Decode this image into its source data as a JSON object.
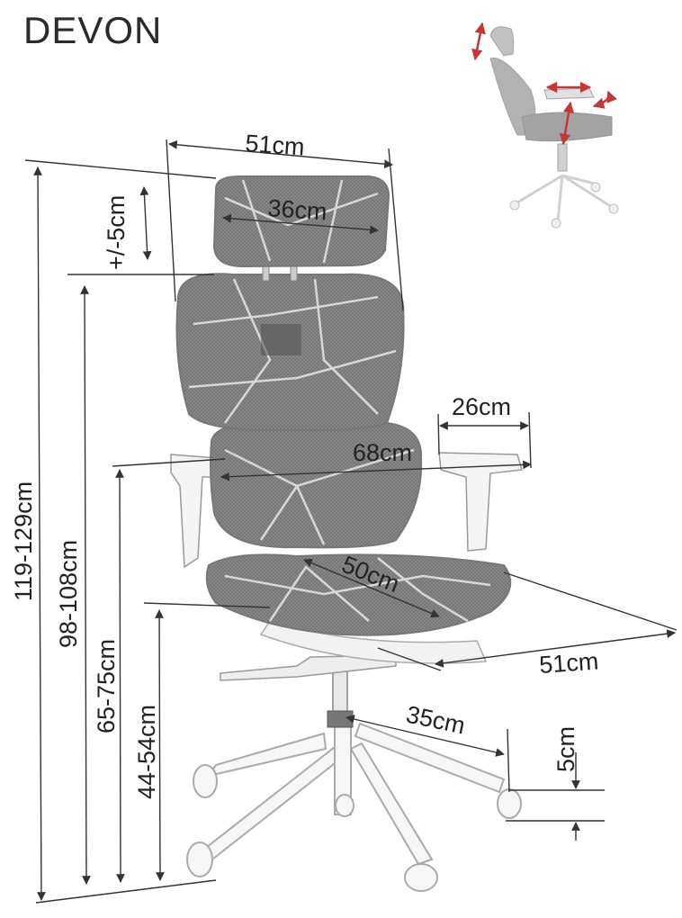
{
  "product": {
    "title": "DEVON"
  },
  "dimensions": {
    "top_width": "51cm",
    "headrest_width": "36cm",
    "headrest_adjust": "+/-5cm",
    "total_height": "119-129cm",
    "backrest_height": "98-108cm",
    "armrest_height": "65-75cm",
    "seat_height": "44-54cm",
    "armrest_length": "26cm",
    "armrest_span": "68cm",
    "seat_depth": "50cm",
    "seat_width": "51cm",
    "base_radius": "35cm",
    "wheel_height": "5cm"
  },
  "colors": {
    "mesh": "#8a8a8a",
    "mesh_dark": "#6f6f6f",
    "frame": "#b5b5b5",
    "arrow_red": "#c0211f",
    "line": "#333333"
  }
}
